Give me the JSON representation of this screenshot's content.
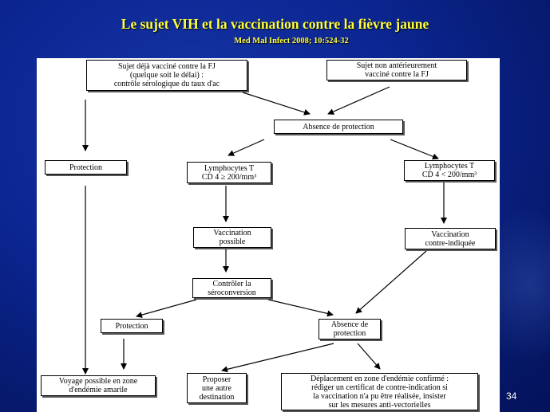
{
  "slide": {
    "title": "Le sujet VIH et la vaccination contre la fièvre jaune",
    "subtitle": "Med Mal Infect 2008; 10:524-32",
    "page_number": "34"
  },
  "nodes": {
    "deja_vaccine": "Sujet déjà vacciné contre la FJ\n(quelque soit le délai) :\ncontrôle sérologique du taux d'ac",
    "non_vaccine": "Sujet non antérieurement\nvacciné contre la FJ",
    "absence_protection_1": "Absence de protection",
    "protection_1": "Protection",
    "lympho_sup": "Lymphocytes T\nCD 4 ≥  200/mm³",
    "lympho_inf": "Lymphocytes T\nCD 4 < 200/mm³",
    "vaccination_possible": "Vaccination\npossible",
    "vaccination_contre_indiquee": "Vaccination\ncontre-indiquée",
    "controler_seroconversion": "Contrôler la\nséroconversion",
    "protection_2": "Protection",
    "absence_protection_2": "Absence de\nprotection",
    "voyage_possible": "Voyage possible en zone\nd'endémie amarile",
    "proposer_destination": "Proposer\nune autre\ndestination",
    "deplacement": "Déplacement en zone d'endémie confirmé :\nrédiger un certificat de contre-indication si\nla vaccination n'a pu être réalisée, insister\nsur les mesures anti-vectorielles"
  }
}
